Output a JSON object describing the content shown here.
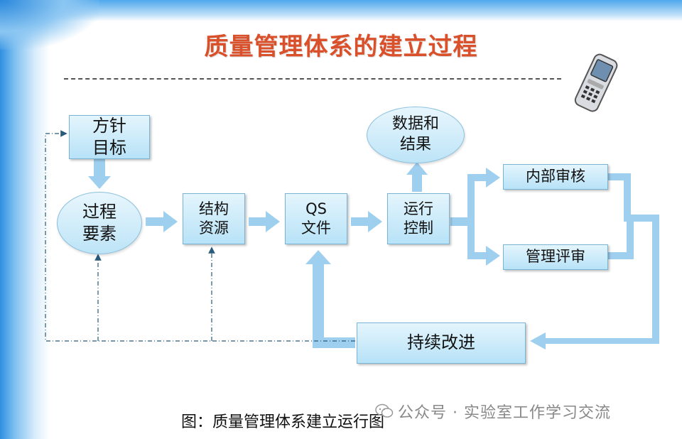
{
  "title": "质量管理体系的建立过程",
  "nodes": {
    "policy": "方针\n目标",
    "process_elements": "过程\n要素",
    "structure_resources": "结构\n资源",
    "qs_documents": "QS\n文件",
    "operation_control": "运行\n控制",
    "data_results": "数据和\n结果",
    "internal_audit": "内部审核",
    "management_review": "管理评审",
    "continuous_improvement": "持续改进"
  },
  "caption": "图：质量管理体系建立运行图",
  "watermark": "公众号 · 实验室工作学习交流",
  "colors": {
    "title": "#d9502a",
    "arrow": "#9fcfee",
    "box_fill": "#bfe4f7"
  }
}
